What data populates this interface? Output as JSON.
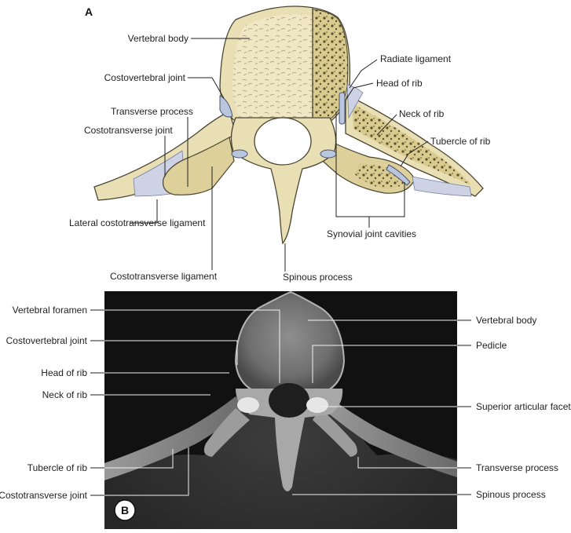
{
  "panel_a": {
    "letter": "A",
    "labels": {
      "vertebral_body": "Vertebral body",
      "costovertebral_joint": "Costovertebral joint",
      "transverse_process": "Transverse process",
      "costotransverse_joint": "Costotransverse joint",
      "lateral_costotransverse_ligament": "Lateral costotransverse ligament",
      "costotransverse_ligament": "Costotransverse ligament",
      "spinous_process": "Spinous process",
      "radiate_ligament": "Radiate ligament",
      "head_of_rib": "Head of rib",
      "neck_of_rib": "Neck of rib",
      "tubercle_of_rib": "Tubercle of rib",
      "synovial_joint_cavities": "Synovial joint cavities"
    }
  },
  "panel_b": {
    "letter": "B",
    "labels": {
      "vertebral_foramen": "Vertebral foramen",
      "costovertebral_joint": "Costovertebral joint",
      "head_of_rib": "Head of rib",
      "neck_of_rib": "Neck of rib",
      "tubercle_of_rib": "Tubercle of rib",
      "costotransverse_joint": "Costotransverse joint",
      "vertebral_body": "Vertebral body",
      "pedicle": "Pedicle",
      "superior_articular_facet": "Superior articular facet",
      "transverse_process": "Transverse process",
      "spinous_process": "Spinous process"
    }
  },
  "colors": {
    "bone": "#e9dfb4",
    "cartilage": "#b9c6de",
    "ct_background": "#111111"
  }
}
